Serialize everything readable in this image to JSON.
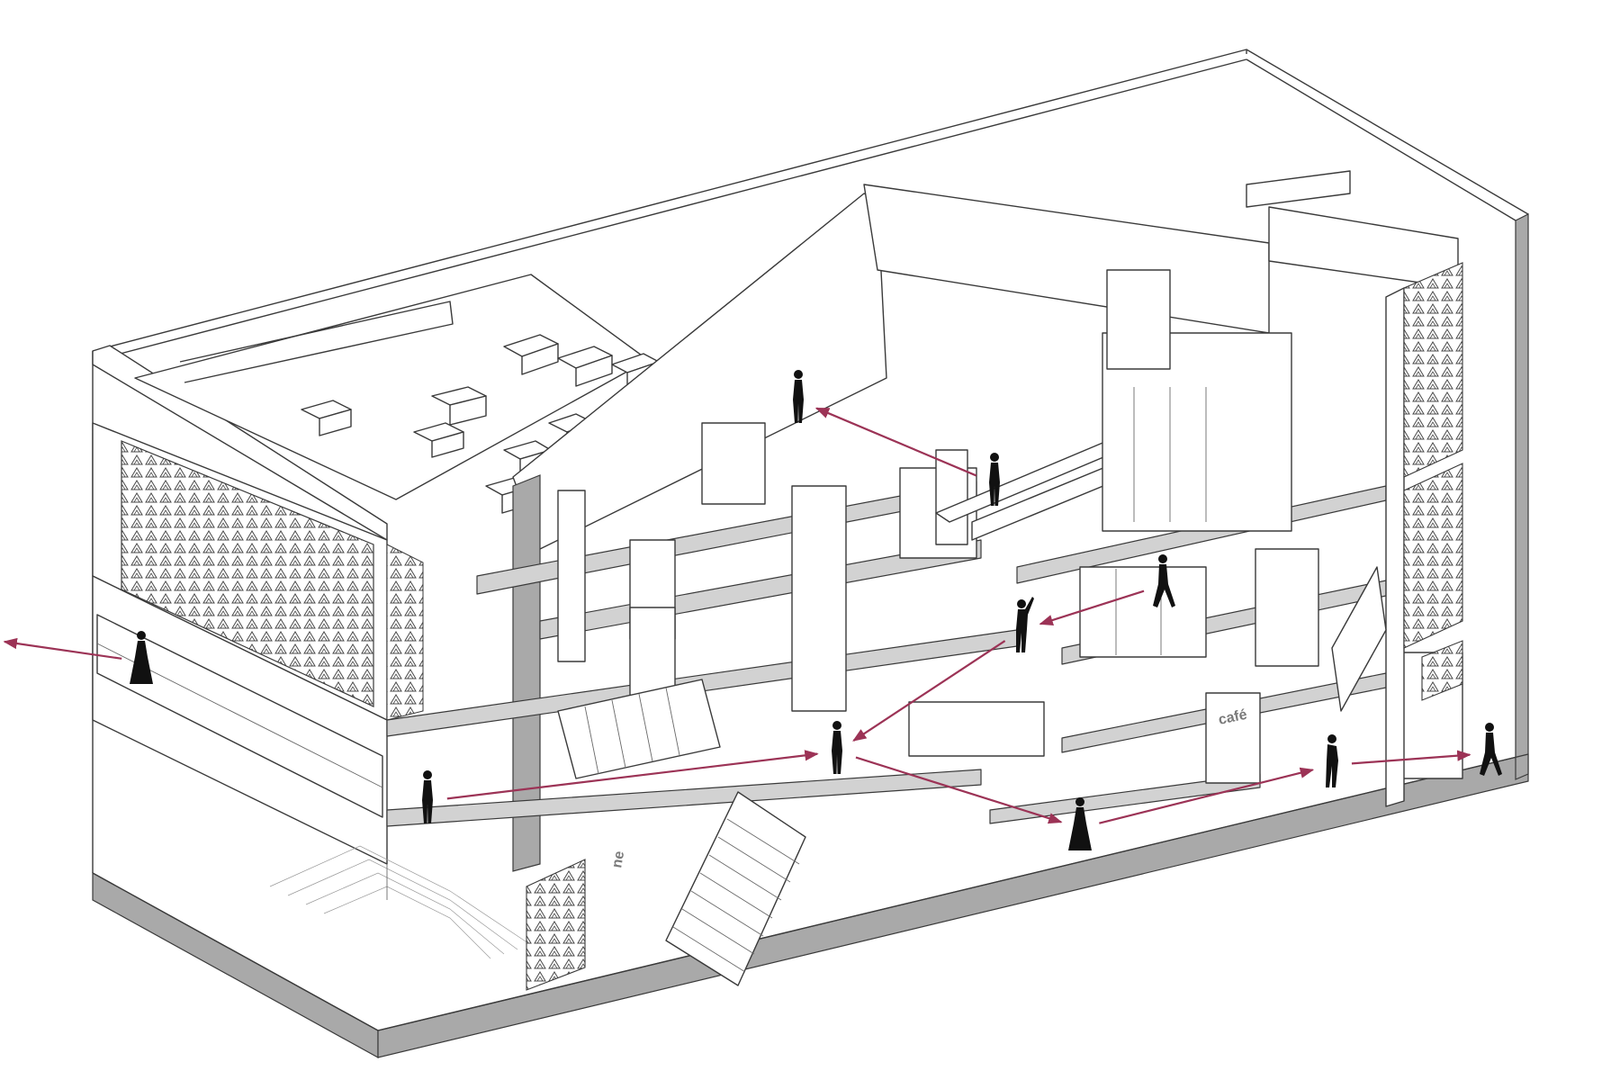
{
  "colors": {
    "circulation_arrow": "#9c3356",
    "line": "#3a3a3a",
    "cut_slab": "#d2d2d2",
    "section_wall": "#a9a9a9",
    "figure": "#111111"
  },
  "signs": {
    "cafe": "café",
    "lower": "ne"
  },
  "circulation": {
    "people": [
      {
        "id": "p1",
        "pose": "stand"
      },
      {
        "id": "p2",
        "pose": "stand"
      },
      {
        "id": "p3",
        "pose": "dress"
      },
      {
        "id": "p4",
        "pose": "walk"
      },
      {
        "id": "p5",
        "pose": "wave"
      },
      {
        "id": "p6",
        "pose": "stand"
      },
      {
        "id": "p7",
        "pose": "stand"
      },
      {
        "id": "p8",
        "pose": "dress"
      },
      {
        "id": "p9",
        "pose": "bend"
      },
      {
        "id": "p10",
        "pose": "walk"
      }
    ],
    "arrows": [
      {
        "from": "p2",
        "to": "p1"
      },
      {
        "from": "p7",
        "to": "p6"
      },
      {
        "from": "p4",
        "to": "p5"
      },
      {
        "from": "p5",
        "to": "p6"
      },
      {
        "from": "p3",
        "to": "exit-left"
      },
      {
        "from": "p6",
        "to": "p8"
      },
      {
        "from": "p8",
        "to": "p9"
      },
      {
        "from": "p9",
        "to": "p10"
      }
    ]
  }
}
